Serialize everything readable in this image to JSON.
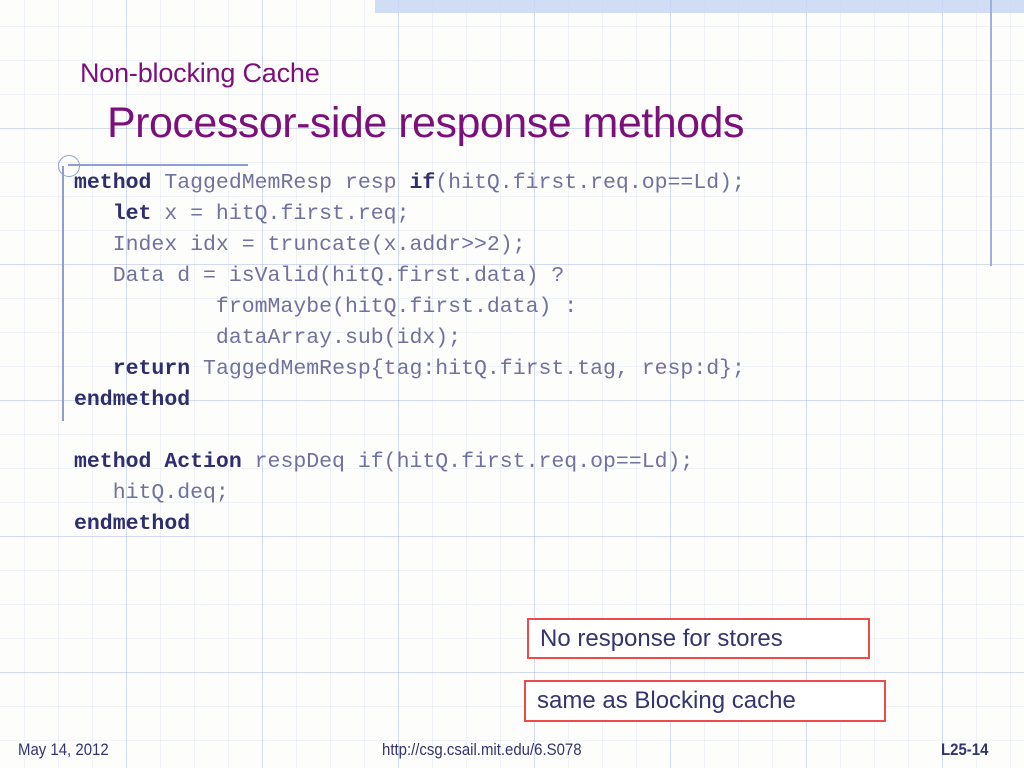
{
  "slide": {
    "kicker": "Non-blocking Cache",
    "headline": "Processor-side response methods",
    "accent_title_color": "#7b0f7b",
    "code_color": "#70719e",
    "code_keyword_color": "#2e2e6e",
    "callout_border_color": "#ef4a4a",
    "callout_text_color": "#343470",
    "grid_color": "#96a5d7"
  },
  "code": {
    "language": "bluespec",
    "lines": [
      [
        {
          "t": "method ",
          "b": true
        },
        {
          "t": "TaggedMemResp resp ",
          "b": false
        },
        {
          "t": "if",
          "b": true
        },
        {
          "t": "(hitQ.first.req.op==Ld);",
          "b": false
        }
      ],
      [
        {
          "t": "   ",
          "b": false
        },
        {
          "t": "let ",
          "b": true
        },
        {
          "t": "x = hitQ.first.req;",
          "b": false
        }
      ],
      [
        {
          "t": "   Index idx = truncate(x.addr>>2);",
          "b": false
        }
      ],
      [
        {
          "t": "   Data d = isValid(hitQ.first.data) ?",
          "b": false
        }
      ],
      [
        {
          "t": "           fromMaybe(hitQ.first.data) :",
          "b": false
        }
      ],
      [
        {
          "t": "           dataArray.sub(idx);",
          "b": false
        }
      ],
      [
        {
          "t": "   ",
          "b": false
        },
        {
          "t": "return ",
          "b": true
        },
        {
          "t": "TaggedMemResp{tag:hitQ.first.tag, resp:d};",
          "b": false
        }
      ],
      [
        {
          "t": "endmethod",
          "b": true
        }
      ],
      [],
      [
        {
          "t": "method Action ",
          "b": true
        },
        {
          "t": "respDeq if(hitQ.first.req.op==Ld);",
          "b": false
        }
      ],
      [
        {
          "t": "   hitQ.deq;",
          "b": false
        }
      ],
      [
        {
          "t": "endmethod",
          "b": true
        }
      ]
    ]
  },
  "callouts": {
    "stores": "No response for stores",
    "blocking": "same as Blocking cache"
  },
  "footer": {
    "date": "May 14, 2012",
    "url": "http://csg.csail.mit.edu/6.S078",
    "page": "L25-14"
  }
}
